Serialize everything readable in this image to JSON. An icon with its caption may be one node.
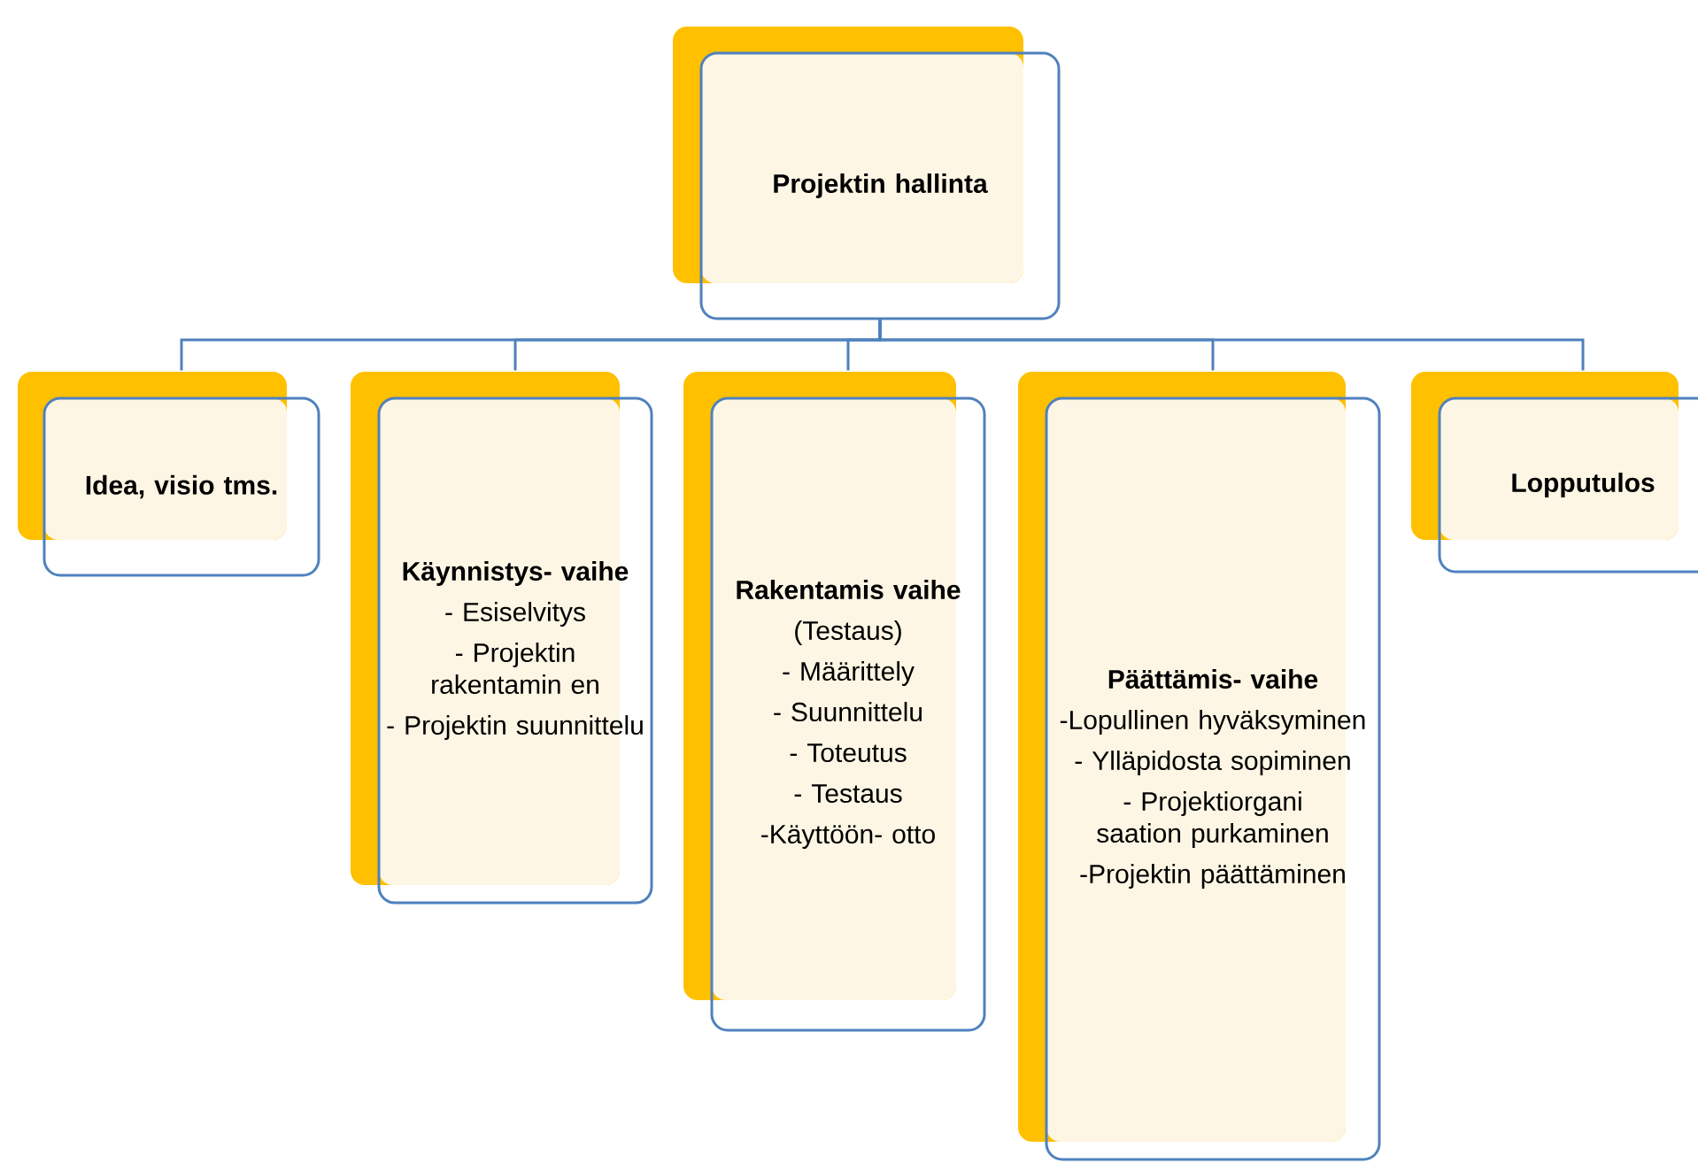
{
  "diagram": {
    "nodes": [
      {
        "text": [
          "Projektin hallinta"
        ]
      },
      {
        "text": [
          "Idea, visio tms."
        ]
      },
      {
        "text": [
          "Käynnistys- vaihe",
          "- Esiselvitys",
          "- Projektin rakentamin en",
          "- Projektin suunnittelu"
        ]
      },
      {
        "text": [
          "Rakentamis vaihe",
          "(Testaus)",
          "- Määrittely",
          "- Suunnittelu",
          "- Toteutus",
          "- Testaus",
          "-Käyttöön- otto"
        ]
      },
      {
        "text": [
          "Päättämis- vaihe",
          "-Lopullinen hyväksyminen",
          "- Ylläpidosta sopiminen",
          "- Projektiorgani saation purkaminen",
          "-Projektin päättäminen"
        ]
      },
      {
        "text": [
          "Lopputulos"
        ]
      }
    ],
    "edges": [
      {
        "from": 0,
        "to": 1,
        "arrow": "none"
      },
      {
        "from": 0,
        "to": 2,
        "arrow": "none"
      },
      {
        "from": 0,
        "to": 3,
        "arrow": "none"
      },
      {
        "from": 0,
        "to": 4,
        "arrow": "none"
      },
      {
        "from": 0,
        "to": 5,
        "arrow": "none"
      }
    ]
  }
}
